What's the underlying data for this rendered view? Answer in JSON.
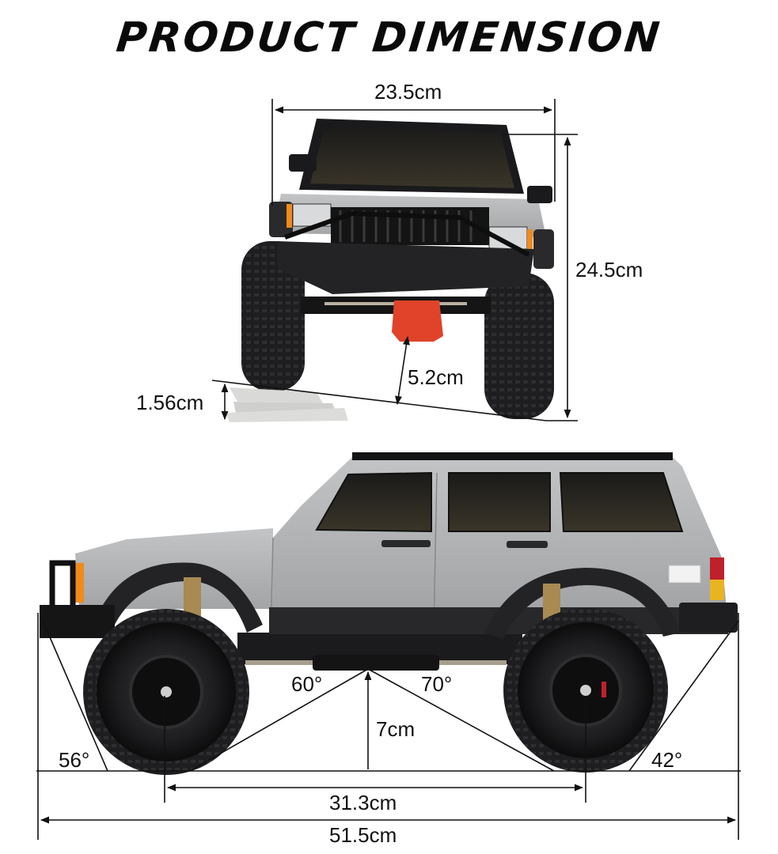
{
  "title": "PRODUCT DIMENSION",
  "colors": {
    "body_gray": "#a8aaac",
    "body_gray_light": "#c4c6c8",
    "trim_black": "#1b1b1d",
    "tire_black": "#1e1e20",
    "diff_cover_red": "#e0432a",
    "indicator_amber": "#f08a1c",
    "tail_red": "#c0202a",
    "tail_yellow": "#e8b422",
    "rock_gray": "#d6d6d4",
    "line": "#111111"
  },
  "front_view": {
    "width_label": "23.5cm",
    "height_label": "24.5cm",
    "ground_clearance_label": "5.2cm",
    "obstacle_height_label": "1.56cm"
  },
  "side_view": {
    "breakover_front_angle_label": "60°",
    "breakover_rear_angle_label": "70°",
    "belly_clearance_label": "7cm",
    "approach_angle_label": "56°",
    "departure_angle_label": "42°",
    "wheelbase_label": "31.3cm",
    "overall_length_label": "51.5cm"
  }
}
